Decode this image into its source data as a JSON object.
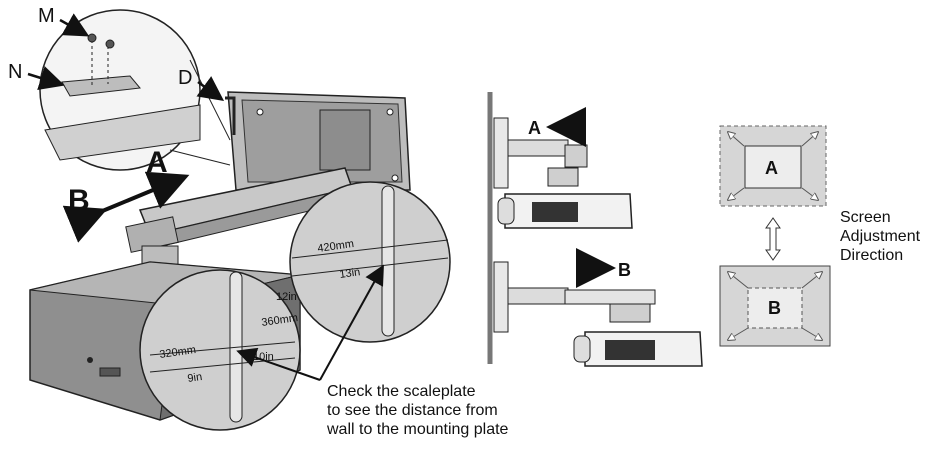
{
  "labels": {
    "m": "M",
    "n": "N",
    "d": "D",
    "a_left": "A",
    "b_left": "B",
    "a_mid": "A",
    "b_mid": "B",
    "a_screen": "A",
    "b_screen": "B"
  },
  "scale": {
    "top_mm": "420mm",
    "top_in": "13in",
    "bottom_mm": "320mm",
    "bottom_in": "9in",
    "right_mm": "360mm",
    "right_in_top": "12in",
    "right_in_bottom": "10in"
  },
  "note": {
    "line1": "Check the scaleplate",
    "line2": "to see the distance from",
    "line3": "wall to the mounting plate"
  },
  "screen_caption": {
    "line1": "Screen",
    "line2": "Adjustment",
    "line3": "Direction"
  }
}
